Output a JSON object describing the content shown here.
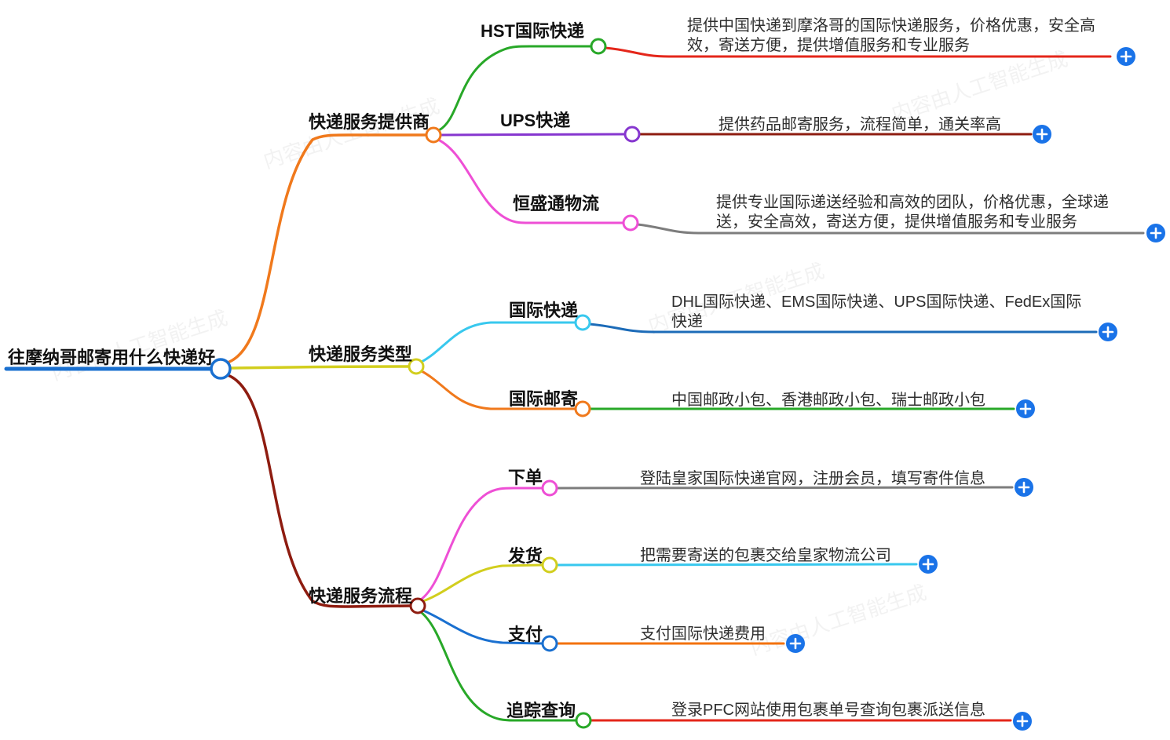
{
  "root": {
    "label": "往摩纳哥邮寄用什么快递好"
  },
  "watermark": {
    "text": "内容由人工智能生成"
  },
  "colors": {
    "root_blue": "#1a70d0",
    "orange": "#f0791c",
    "yellow": "#d2ce1e",
    "maroon": "#8e1c10",
    "green": "#28a828",
    "red": "#e4261a",
    "purple": "#8636cf",
    "magenta": "#ee4fd5",
    "gray": "#7d7d7d",
    "cyan": "#38c8ee",
    "blue_line": "#1c6bb8",
    "orange_red": "#f3720e",
    "plus_blue": "#1a73e8"
  },
  "branches": [
    {
      "label": "快递服务提供商",
      "children": [
        {
          "label": "HST国际快递",
          "desc": "提供中国快递到摩洛哥的国际快递服务，价格优惠，安全高效，寄送方便，提供增值服务和专业服务"
        },
        {
          "label": "UPS快递",
          "desc": "提供药品邮寄服务，流程简单，通关率高"
        },
        {
          "label": "恒盛通物流",
          "desc": "提供专业国际递送经验和高效的团队，价格优惠，全球递送，安全高效，寄送方便，提供增值服务和专业服务"
        }
      ]
    },
    {
      "label": "快递服务类型",
      "children": [
        {
          "label": "国际快递",
          "desc": "DHL国际快递、EMS国际快递、UPS国际快递、FedEx国际快递"
        },
        {
          "label": "国际邮寄",
          "desc": "中国邮政小包、香港邮政小包、瑞士邮政小包"
        }
      ]
    },
    {
      "label": "快递服务流程",
      "children": [
        {
          "label": "下单",
          "desc": "登陆皇家国际快递官网，注册会员，填写寄件信息"
        },
        {
          "label": "发货",
          "desc": "把需要寄送的包裹交给皇家物流公司"
        },
        {
          "label": "支付",
          "desc": "支付国际快递费用"
        },
        {
          "label": "追踪查询",
          "desc": "登录PFC网站使用包裹单号查询包裹派送信息"
        }
      ]
    }
  ]
}
